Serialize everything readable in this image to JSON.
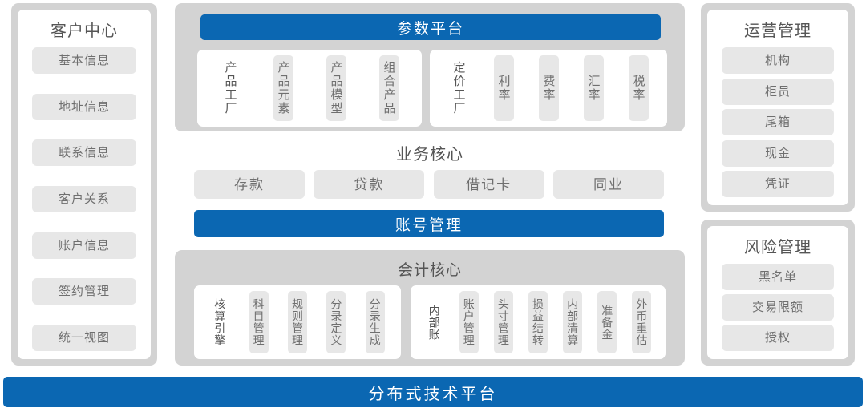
{
  "diagram": {
    "title": "分布式技术平台",
    "accent_blue": "#0b67b2",
    "panel_gray": "#d3d3d3",
    "pill_gray": "#e7e7e7",
    "text_gray": "#6f6f6f"
  },
  "left_column": {
    "title": "客户中心",
    "items": [
      {
        "label": "基本信息"
      },
      {
        "label": "地址信息"
      },
      {
        "label": "联系信息"
      },
      {
        "label": "客户关系"
      },
      {
        "label": "账户信息"
      },
      {
        "label": "签约管理"
      },
      {
        "label": "统一视图"
      }
    ]
  },
  "center_column": {
    "parameter_platform": {
      "title": "参数平台",
      "groups": [
        {
          "name": "product-factory-group",
          "label": "产品工厂",
          "items": [
            {
              "label": "产品元素"
            },
            {
              "label": "产品模型"
            },
            {
              "label": "组合产品"
            }
          ]
        },
        {
          "name": "pricing-factory-group",
          "label": "定价工厂",
          "items": [
            {
              "label": "利率"
            },
            {
              "label": "费率"
            },
            {
              "label": "汇率"
            },
            {
              "label": "税率"
            }
          ]
        }
      ]
    },
    "business_core": {
      "title": "业务核心",
      "items": [
        {
          "label": "存款"
        },
        {
          "label": "贷款"
        },
        {
          "label": "借记卡"
        },
        {
          "label": "同业"
        }
      ],
      "account_bar": "账号管理"
    },
    "accounting_core": {
      "title": "会计核心",
      "groups": [
        {
          "name": "accounting-engine-group",
          "label": "核算引擎",
          "items": [
            {
              "label": "科目管理"
            },
            {
              "label": "规则管理"
            },
            {
              "label": "分录定义"
            },
            {
              "label": "分录生成"
            }
          ]
        },
        {
          "name": "internal-ledger-group",
          "label": "内部账",
          "items": [
            {
              "label": "账户管理"
            },
            {
              "label": "头寸管理"
            },
            {
              "label": "损益结转"
            },
            {
              "label": "内部清算"
            },
            {
              "label": "准备金"
            },
            {
              "label": "外币重估"
            }
          ]
        }
      ]
    }
  },
  "right_column": {
    "operations": {
      "title": "运营管理",
      "items": [
        {
          "label": "机构"
        },
        {
          "label": "柜员"
        },
        {
          "label": "尾箱"
        },
        {
          "label": "现金"
        },
        {
          "label": "凭证"
        }
      ]
    },
    "risk": {
      "title": "风险管理",
      "items": [
        {
          "label": "黑名单"
        },
        {
          "label": "交易限额"
        },
        {
          "label": "授权"
        }
      ]
    }
  }
}
